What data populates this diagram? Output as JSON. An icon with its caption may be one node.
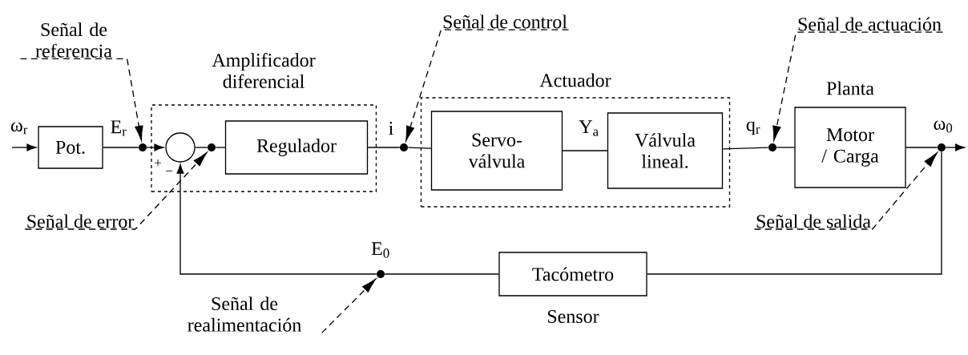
{
  "diagram": {
    "nodes": [
      {
        "text": [
          "Pot."
        ]
      },
      {
        "text": [
          "Amplificador diferencial"
        ]
      },
      {
        "text": [],
        "shape": "circle",
        "in": 1
      },
      {
        "text": [
          "Regulador"
        ],
        "in": 1
      },
      {
        "text": [
          "Actuador"
        ]
      },
      {
        "text": [
          "Servo- válvula"
        ],
        "in": 4
      },
      {
        "text": [
          "Válvula lineal."
        ],
        "in": 4
      },
      {
        "text": [
          "Planta",
          "Motor / Carga"
        ]
      },
      {
        "text": [
          "Tacómetro"
        ],
        "beside": [
          "Sensor"
        ]
      },
      {
        "text": [],
        "shape": "dot"
      },
      {
        "text": [],
        "shape": "dot",
        "in": 1
      },
      {
        "text": [],
        "shape": "dot"
      },
      {
        "text": [],
        "shape": "dot"
      },
      {
        "text": [],
        "shape": "dot"
      },
      {
        "text": [],
        "shape": "dot"
      },
      {
        "text": [
          "Señal de referencia"
        ]
      },
      {
        "text": [
          "Señal de control"
        ]
      },
      {
        "text": [
          "Señal de actuación"
        ]
      },
      {
        "text": [
          "Señal de error"
        ]
      },
      {
        "text": [
          "Señal de salida"
        ]
      },
      {
        "text": [
          "Señal de realimentación"
        ]
      }
    ],
    "edges": [
      {
        "from": null,
        "to": 0,
        "arrow": "to",
        "label": "ω$_{r}$"
      },
      {
        "from": 0,
        "to": 9,
        "arrow": "none",
        "label": "E$_{r}$"
      },
      {
        "from": 9,
        "to": 2,
        "arrow": "to"
      },
      {
        "from": 2,
        "to": 10,
        "arrow": "none"
      },
      {
        "from": 10,
        "to": 3,
        "arrow": "none"
      },
      {
        "from": 3,
        "to": 11,
        "arrow": "none",
        "label": "i"
      },
      {
        "from": 11,
        "to": 5,
        "arrow": "none"
      },
      {
        "from": 5,
        "to": 6,
        "arrow": "none",
        "label": "Y$_{a}$"
      },
      {
        "from": 6,
        "to": 12,
        "arrow": "none",
        "label": "q$_{r}$"
      },
      {
        "from": 12,
        "to": 7,
        "arrow": "none"
      },
      {
        "from": 7,
        "to": 13,
        "arrow": "none",
        "label": "ω$_{0}$"
      },
      {
        "from": 13,
        "to": null,
        "arrow": "to"
      },
      {
        "from": 13,
        "to": 8,
        "arrow": "none"
      },
      {
        "from": 8,
        "to": 14,
        "arrow": "none",
        "label": "E$_{0}$"
      },
      {
        "from": 14,
        "to": 2,
        "arrow": "to"
      },
      {
        "from": 15,
        "to": 9,
        "arrow": "to",
        "style": "dashed"
      },
      {
        "from": 16,
        "to": 11,
        "arrow": "to",
        "style": "dashed"
      },
      {
        "from": 17,
        "to": 12,
        "arrow": "to",
        "style": "dashed"
      },
      {
        "from": 18,
        "to": 10,
        "arrow": "to",
        "style": "dashed"
      },
      {
        "from": 19,
        "to": 13,
        "arrow": "to",
        "style": "dashed"
      },
      {
        "from": 20,
        "to": 14,
        "arrow": "to",
        "style": "dashed"
      }
    ],
    "labels": [
      "+",
      "−"
    ]
  }
}
